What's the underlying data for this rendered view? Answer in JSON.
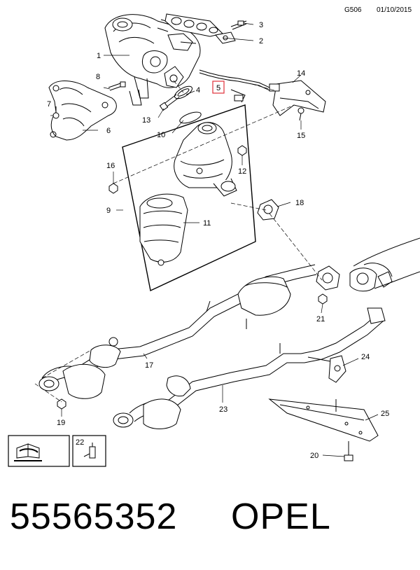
{
  "header": {
    "code": "G506",
    "date": "01/10/2015"
  },
  "callouts": {
    "c1": "1",
    "c2": "2",
    "c3": "3",
    "c4": "4",
    "c5": "5",
    "c6": "6",
    "c7": "7",
    "c8": "8",
    "c9": "9",
    "c10": "10",
    "c11": "11",
    "c12": "12",
    "c13": "13",
    "c14": "14",
    "c15": "15",
    "c16": "16",
    "c17": "17",
    "c18": "18",
    "c19": "19",
    "c20": "20",
    "c21": "21",
    "c22": "22",
    "c23": "23",
    "c24": "24",
    "c25": "25"
  },
  "highlight_color": "#e0303a",
  "footer": {
    "part_number": "55565352",
    "brand": "OPEL"
  }
}
